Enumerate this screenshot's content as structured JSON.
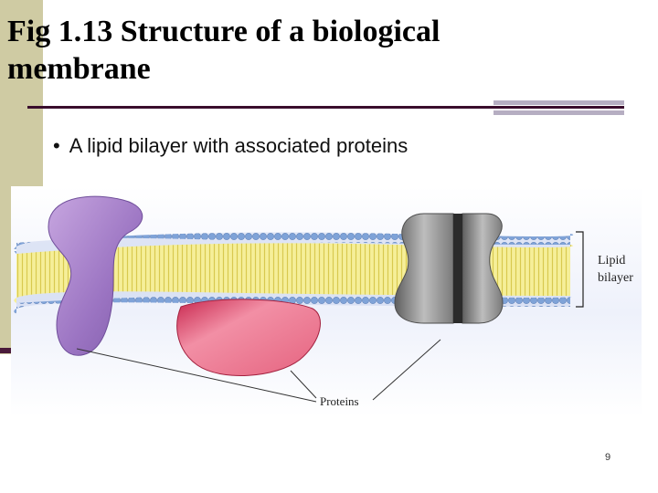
{
  "slide": {
    "title": "Fig 1.13  Structure of a biological membrane",
    "bullet": "A lipid bilayer with associated proteins",
    "page_number": "9"
  },
  "figure": {
    "label_bilayer_line1": "Lipid",
    "label_bilayer_line2": "bilayer",
    "label_proteins": "Proteins"
  },
  "colors": {
    "side_band": "#cfcba3",
    "rule": "#3a0d2c",
    "head_blue": "#7fa3d8",
    "tail_yellow": "#f3ea83",
    "protein_purple": "#a680c8",
    "protein_pink": "#d95a7c",
    "protein_gray": "#8c8c8c"
  }
}
